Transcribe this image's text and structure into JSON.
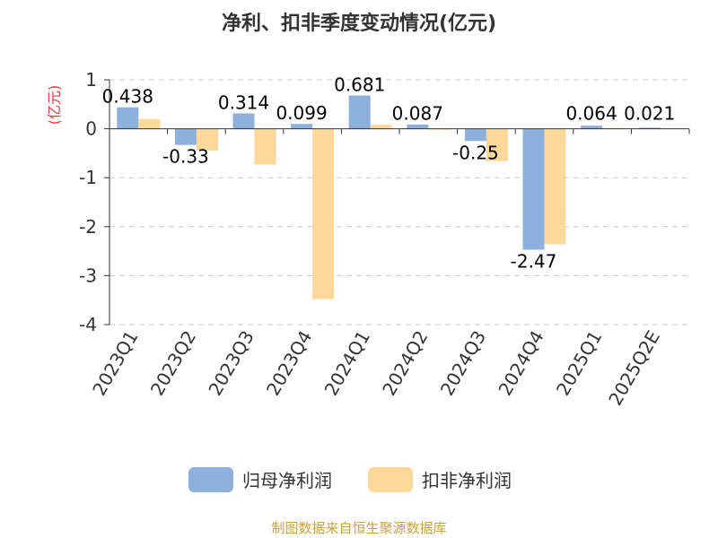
{
  "chart_data": {
    "type": "bar",
    "title": "净利、扣非季度变动情况(亿元)",
    "unit_label": "(亿元)",
    "categories": [
      "2023Q1",
      "2023Q2",
      "2023Q3",
      "2023Q4",
      "2024Q1",
      "2024Q2",
      "2024Q3",
      "2024Q4",
      "2025Q1",
      "2025Q2E"
    ],
    "series": [
      {
        "name": "归母净利润",
        "color": "#8eb0dd",
        "values": [
          0.438,
          -0.33,
          0.314,
          0.099,
          0.681,
          0.087,
          -0.25,
          -2.47,
          0.064,
          0.021
        ],
        "labels": [
          "0.438",
          "-0.33",
          "0.314",
          "0.099",
          "0.681",
          "0.087",
          "-0.25",
          "-2.47",
          "0.064",
          "0.021"
        ]
      },
      {
        "name": "扣非净利润",
        "color": "#fdd89a",
        "values": [
          0.2,
          -0.45,
          -0.73,
          -3.48,
          0.08,
          -0.02,
          -0.66,
          -2.36,
          0.02,
          0.0
        ]
      }
    ],
    "ylim": [
      -4,
      1
    ],
    "yticks": [
      1,
      0,
      -1,
      -2,
      -3,
      -4
    ],
    "grid": true,
    "legend_position": "bottom-center"
  },
  "source_note": "制图数据来自恒生聚源数据库"
}
